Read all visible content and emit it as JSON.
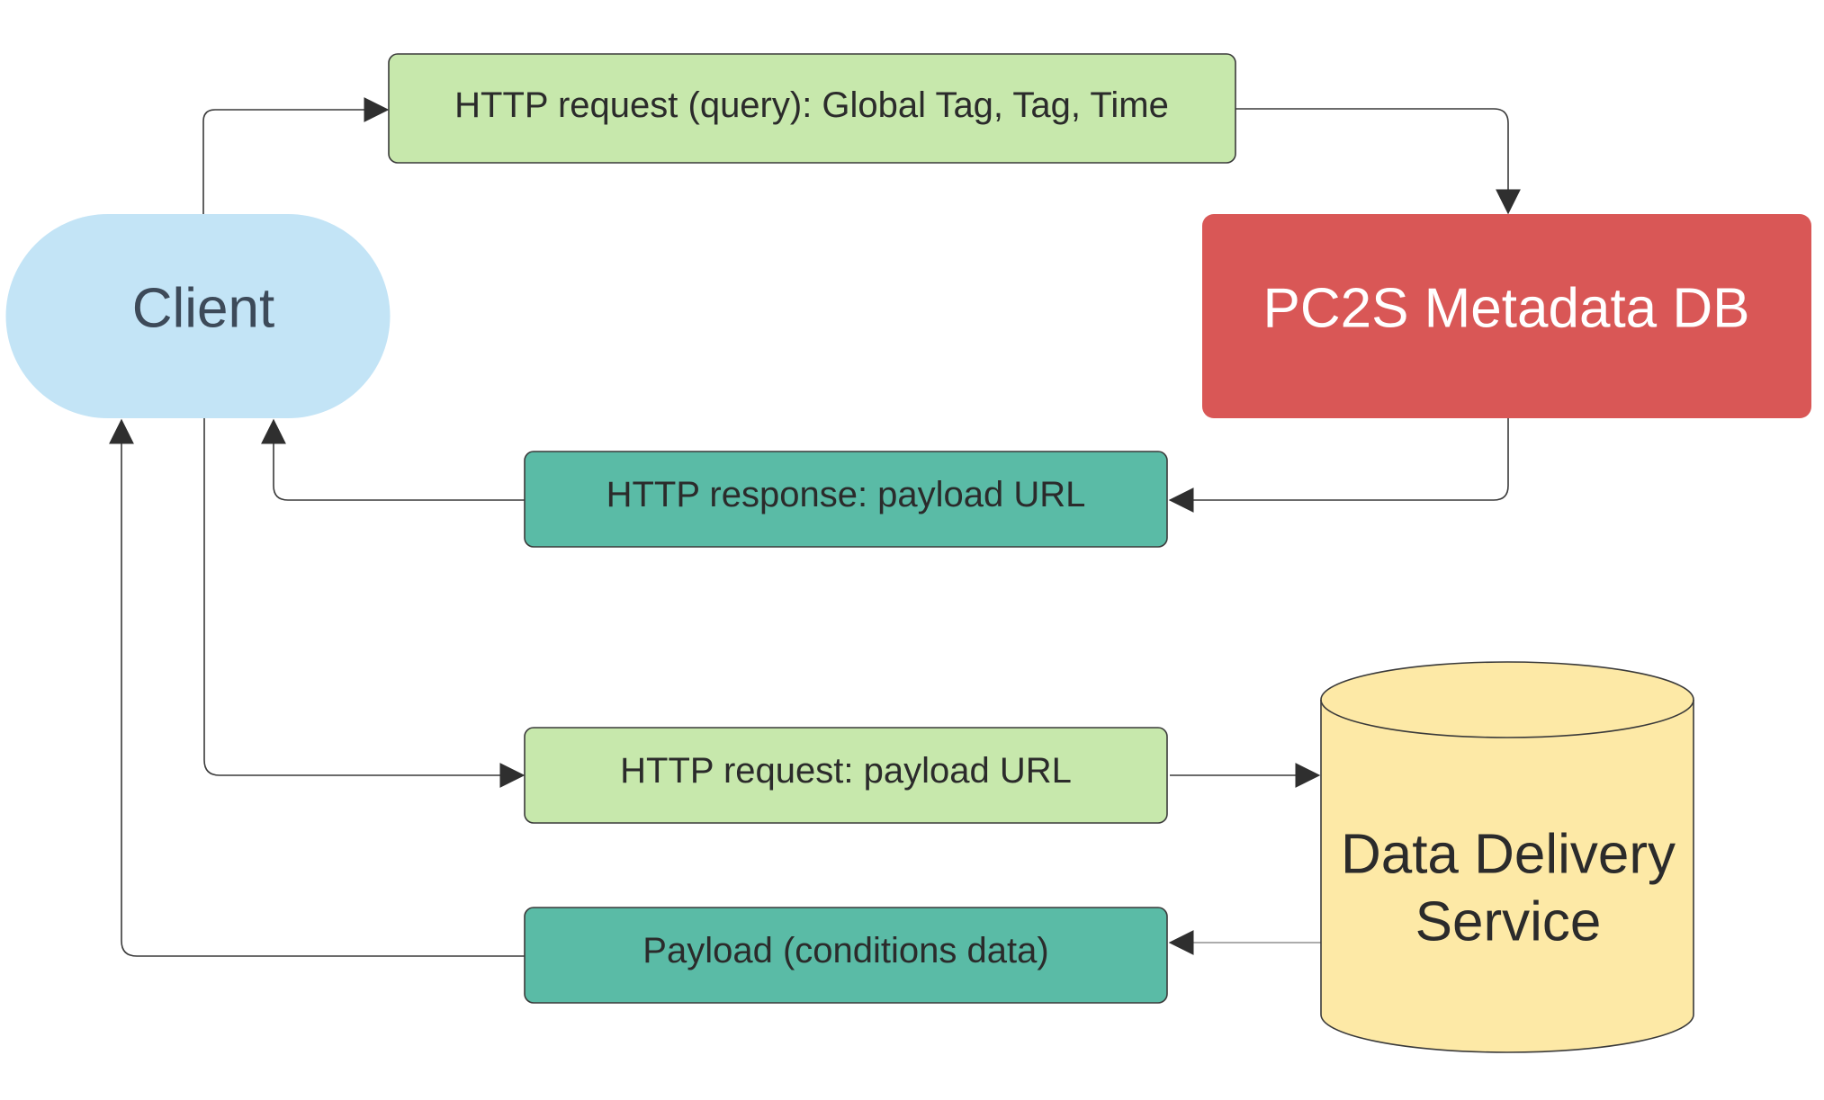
{
  "nodes": {
    "client": {
      "label": "Client",
      "fill": "#c3e4f6",
      "text_color": "#3d4a59"
    },
    "metadata_db": {
      "label": "PC2S Metadata DB",
      "fill": "#d95756",
      "text_color": "#ffffff"
    },
    "data_delivery": {
      "label_line1": "Data Delivery",
      "label_line2": "Service",
      "fill": "#fde9a6",
      "text_color": "#2b2b2b"
    }
  },
  "messages": {
    "query_request": {
      "label": "HTTP request (query): Global Tag, Tag, Time",
      "fill": "#c7e8ac"
    },
    "url_response": {
      "label": "HTTP response: payload URL",
      "fill": "#5abba6"
    },
    "payload_request": {
      "label": "HTTP request: payload URL",
      "fill": "#c7e8ac"
    },
    "payload_response": {
      "label": "Payload (conditions data)",
      "fill": "#5abba6"
    }
  },
  "edge_color": "#3a3a3a",
  "arrow_icon": "arrowhead-icon"
}
